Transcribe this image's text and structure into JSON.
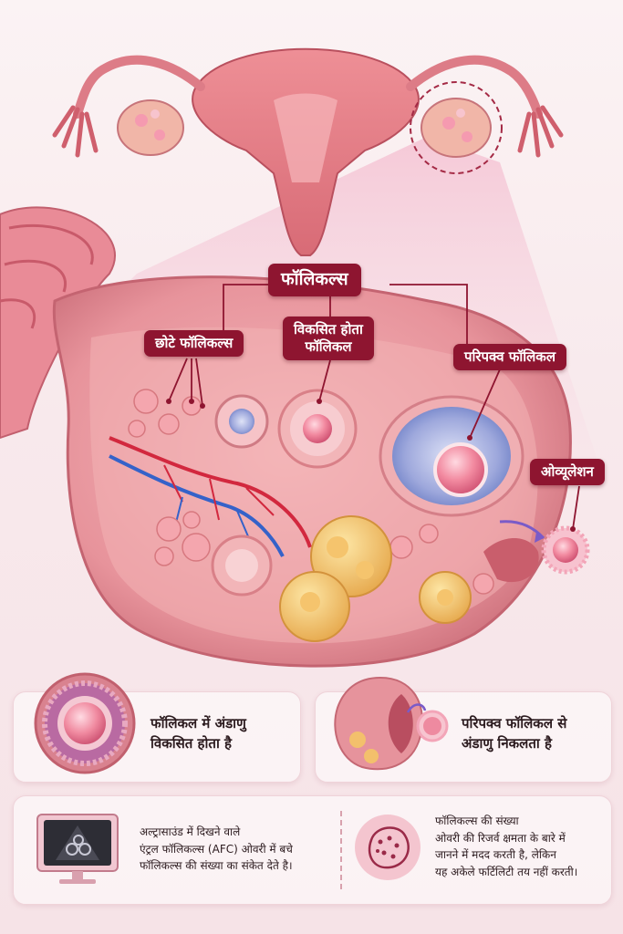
{
  "labels": {
    "follicles": "फॉलिकल्स",
    "small_follicles": "छोटे फॉलिकल्स",
    "developing_follicle_line1": "विकसित होता",
    "developing_follicle_line2": "फॉलिकल",
    "mature_follicle": "परिपक्व फॉलिकल",
    "ovulation": "ओव्यूलेशन"
  },
  "cards": {
    "egg_develops_line1": "फॉलिकल में अंडाणु",
    "egg_develops_line2": "विकसित होता है",
    "egg_release_line1": "परिपक्व फॉलिकल से",
    "egg_release_line2": "अंडाणु निकलता है",
    "ultrasound_line1": "अल्ट्रासाउंड में दिखने वाले",
    "ultrasound_line2": "एंट्रल फॉलिकल्स (AFC) ओवरी में बचे",
    "ultrasound_line3": "फॉलिकल्स की संख्या का संकेत देते है।",
    "count_title": "फॉलिकल्स की संख्या",
    "count_line1": "ओवरी की रिजर्व क्षमता के बारे में",
    "count_line2": "जानने में मदद करती है, लेकिन",
    "count_line3": "यह अकेले फर्टिलिटी तय नहीं करती।"
  },
  "icons": {
    "ultrasound": "ultrasound-monitor-icon",
    "ovary_dots": "ovary-follicle-count-icon"
  },
  "colors": {
    "label_bg": "#8e1530",
    "tissue": "#e99aa2",
    "egg": "#f07f95"
  }
}
